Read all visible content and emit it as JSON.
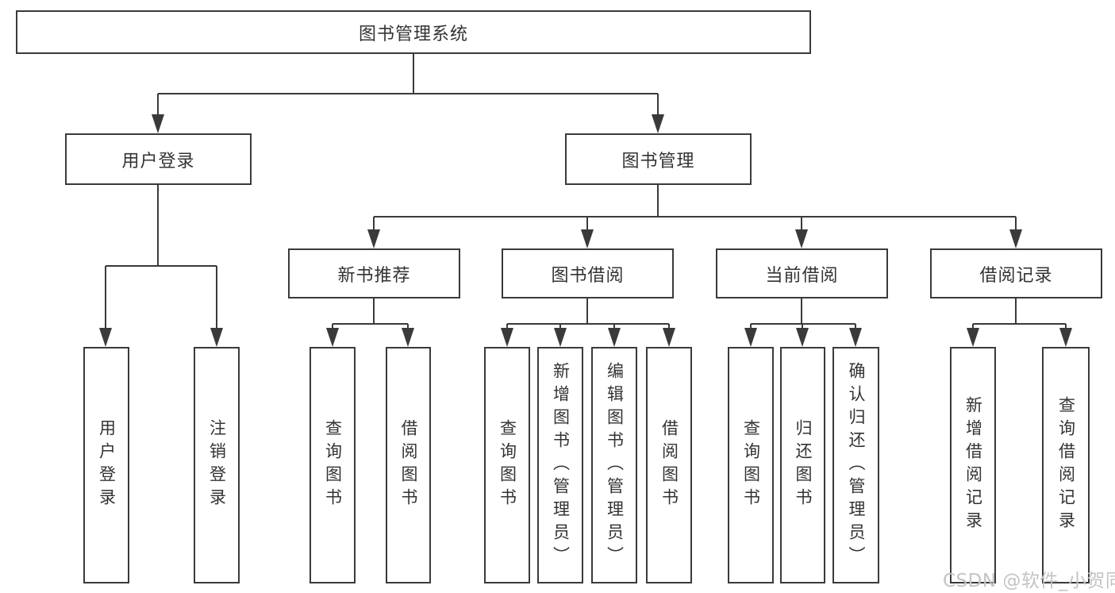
{
  "root": {
    "label": "图书管理系统"
  },
  "level2": {
    "user_login": {
      "label": "用户登录"
    },
    "book_management": {
      "label": "图书管理"
    }
  },
  "level3": {
    "new_book_recommend": {
      "label": "新书推荐"
    },
    "book_borrow": {
      "label": "图书借阅"
    },
    "current_borrow": {
      "label": "当前借阅"
    },
    "borrow_records": {
      "label": "借阅记录"
    }
  },
  "leaves": {
    "user_login": [
      "用户登录",
      "注销登录"
    ],
    "new_book_recommend": [
      "查询图书",
      "借阅图书"
    ],
    "book_borrow": [
      "查询图书",
      "新增图书（管理员）",
      "编辑图书（管理员）",
      "借阅图书"
    ],
    "current_borrow": [
      "查询图书",
      "归还图书",
      "确认归还（管理员）"
    ],
    "borrow_records": [
      "新增借阅记录",
      "查询借阅记录"
    ]
  },
  "watermark": {
    "text": "CSDN @软件_小贺同学"
  },
  "colors": {
    "line": "#3a3a3a",
    "box_border": "#3a3a3a",
    "text": "#333333",
    "background": "#ffffff",
    "watermark": "#c4c4c4"
  }
}
